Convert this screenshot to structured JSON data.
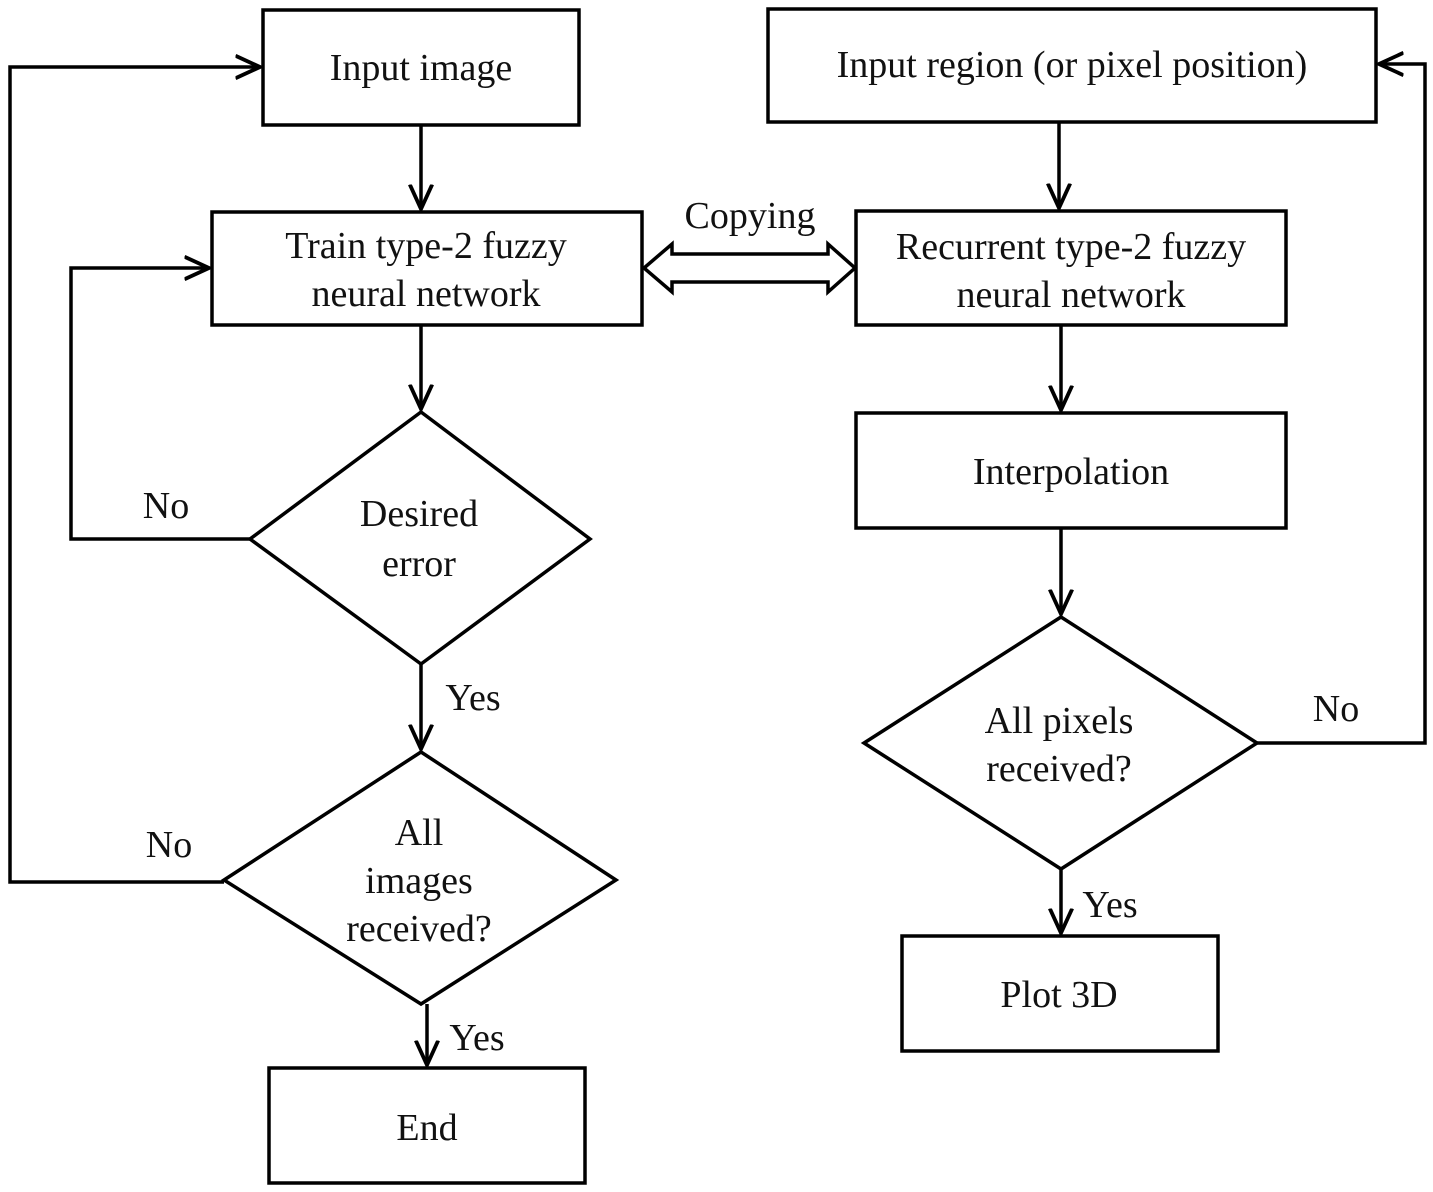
{
  "nodes": {
    "input_image": {
      "lines": [
        "Input image"
      ]
    },
    "train": {
      "lines": [
        "Train type-2 fuzzy",
        "neural network"
      ]
    },
    "desired_error": {
      "lines": [
        "Desired",
        "error"
      ]
    },
    "all_images": {
      "lines": [
        "All",
        "images",
        "received?"
      ]
    },
    "end": {
      "lines": [
        "End"
      ]
    },
    "input_region": {
      "lines": [
        "Input region (or pixel position)"
      ]
    },
    "recurrent": {
      "lines": [
        "Recurrent type-2 fuzzy",
        "neural network"
      ]
    },
    "interpolation": {
      "lines": [
        "Interpolation"
      ]
    },
    "all_pixels": {
      "lines": [
        "All pixels",
        "received?"
      ]
    },
    "plot3d": {
      "lines": [
        "Plot 3D"
      ]
    }
  },
  "edge_labels": {
    "copying": "Copying",
    "no_desired_error": "No",
    "yes_desired_error": "Yes",
    "no_all_images": "No",
    "yes_all_images": "Yes",
    "no_all_pixels": "No",
    "yes_all_pixels": "Yes"
  }
}
